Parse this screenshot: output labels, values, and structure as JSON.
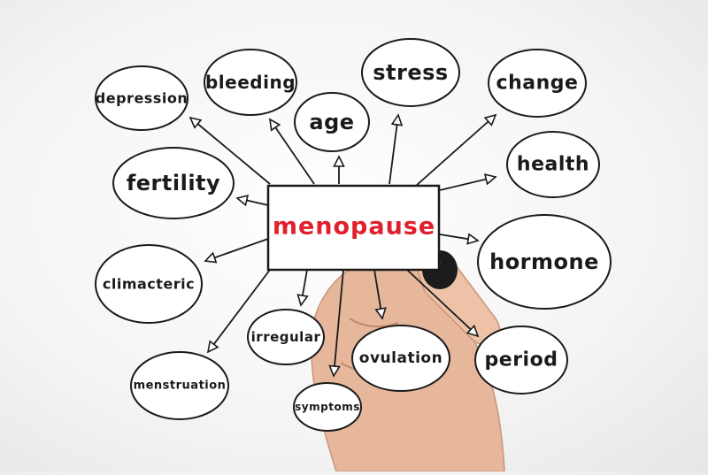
{
  "center": {
    "label": "menopause",
    "color": "#e0202c"
  },
  "nodes": [
    {
      "id": "depression",
      "label": "depression"
    },
    {
      "id": "bleeding",
      "label": "bleeding"
    },
    {
      "id": "age",
      "label": "age"
    },
    {
      "id": "stress",
      "label": "stress"
    },
    {
      "id": "change",
      "label": "change"
    },
    {
      "id": "health",
      "label": "health"
    },
    {
      "id": "fertility",
      "label": "fertility"
    },
    {
      "id": "hormone",
      "label": "hormone"
    },
    {
      "id": "climacteric",
      "label": "climacteric"
    },
    {
      "id": "irregular",
      "label": "irregular"
    },
    {
      "id": "ovulation",
      "label": "ovulation"
    },
    {
      "id": "period",
      "label": "period"
    },
    {
      "id": "menstruation",
      "label": "menstruation"
    },
    {
      "id": "symptoms",
      "label": "symptoms"
    }
  ]
}
